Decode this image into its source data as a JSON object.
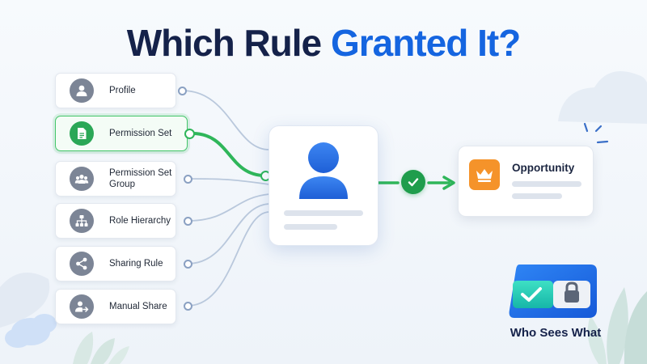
{
  "title": {
    "part1": "Which Rule ",
    "part2": "Granted It?"
  },
  "colors": {
    "title_dark": "#15224a",
    "title_accent": "#1565e0",
    "active_green": "#2fb65a",
    "idle_line": "#b9c8dc",
    "user_blue": "#2a6fe0",
    "object_orange": "#f5932a"
  },
  "rules": [
    {
      "label": "Profile",
      "icon": "person-icon",
      "active": false
    },
    {
      "label": "Permission Set",
      "icon": "document-icon",
      "active": true
    },
    {
      "label": "Permission Set Group",
      "label_line1": "Permission Set",
      "label_line2": "Group",
      "icon": "group-icon",
      "active": false
    },
    {
      "label": "Role Hierarchy",
      "icon": "hierarchy-icon",
      "active": false
    },
    {
      "label": "Sharing Rule",
      "icon": "share-icon",
      "active": false
    },
    {
      "label": "Manual Share",
      "icon": "person-arrow-icon",
      "active": false
    }
  ],
  "user": {
    "icon": "user-avatar-icon"
  },
  "object": {
    "title": "Opportunity",
    "icon": "crown-icon"
  },
  "badge": {
    "label": "Who Sees What",
    "icons": [
      "check-icon",
      "lock-icon"
    ]
  }
}
